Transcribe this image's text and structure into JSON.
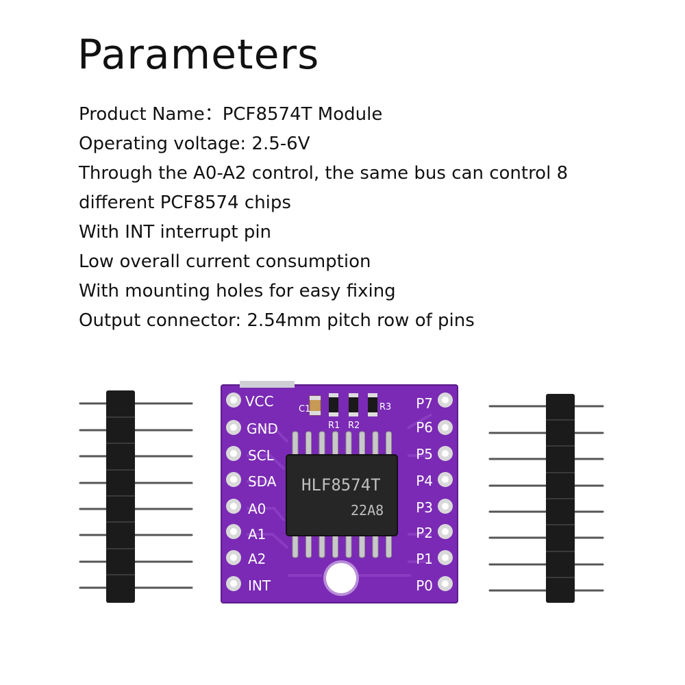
{
  "heading": "Parameters",
  "parameters": [
    "Product Name：PCF8574T Module",
    "Operating voltage: 2.5-6V",
    "Through the A0-A2 control, the same bus can control 8",
    "different PCF8574 chips",
    "With INT interrupt pin",
    "Low overall current consumption",
    "With mounting holes for easy fixing",
    "Output connector: 2.54mm pitch row of pins"
  ],
  "board": {
    "color": "#7a2ab4",
    "chip_marking_1": "HLF8574T",
    "chip_marking_2": "22A8",
    "left_pins": [
      "VCC",
      "GND",
      "SCL",
      "SDA",
      "A0",
      "A1",
      "A2",
      "INT"
    ],
    "right_pins": [
      "P7",
      "P6",
      "P5",
      "P4",
      "P3",
      "P2",
      "P1",
      "P0"
    ],
    "components": [
      "C1",
      "R1",
      "R2",
      "R3"
    ]
  }
}
